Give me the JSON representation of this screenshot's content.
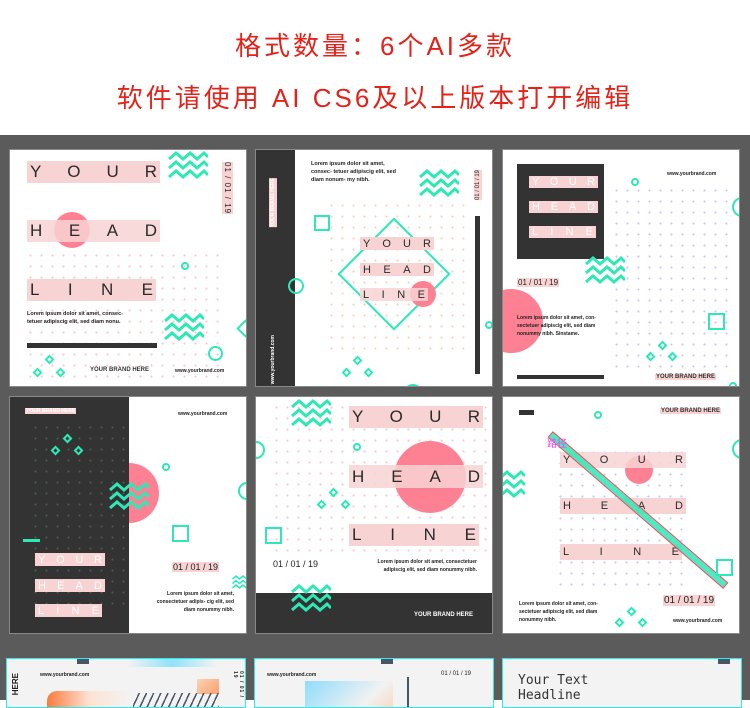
{
  "header": {
    "line1": "格式数量：6个AI多款",
    "line2": "软件请使用 AI CS6及以上版本打开编辑"
  },
  "common": {
    "headline": [
      "YOUR",
      "HEAD",
      "LINE"
    ],
    "brand": "YOUR BRAND HERE",
    "website": "www.yourbrand.com",
    "date": "01 / 01 / 19",
    "date_vertical": "01 / 01 / 19"
  },
  "cards": [
    {
      "lorem": "Lorem ipsum dolor sit amet, consec- tetuer adipiscig elit, sed diam nonu."
    },
    {
      "lorem": "Lorem ipsum dolor sit amet, consec- tetuer adipiscig elit, sed diam nonum- my nibh."
    },
    {
      "lorem": "Lorem ipsum dolor sit amet, con- sectetuer adipiscig elit, sed diam nonummy nibh. Sinstame."
    },
    {
      "lorem": "Lorem ipsum dolor sit amet, consectetuer adipis- cig elit, sed diam nonummy nibh."
    },
    {
      "lorem": "Lorem ipsum dolor sit amet, consectetuer adipiscig elit, sed diam nonummy nibh."
    },
    {
      "lorem": "Lorem ipsum dolor sit amet, con- sectetuer adipiscig elit, sed diam nonummy nibh.",
      "path_label": "路径"
    }
  ],
  "row3": {
    "website": "www.yourbrand.com",
    "date": "01 / 01 / 19",
    "date_vertical": "01 / 01 / 19",
    "brand_partial": "HERE",
    "title_line1": "Your Text",
    "title_line2": "Headline"
  },
  "colors": {
    "accent": "#2ee8b6",
    "pink": "#fd8193",
    "bar": "#f8d3d4",
    "dark": "#333333",
    "header_red": "#e2231a",
    "stage": "#5b5b5b"
  }
}
